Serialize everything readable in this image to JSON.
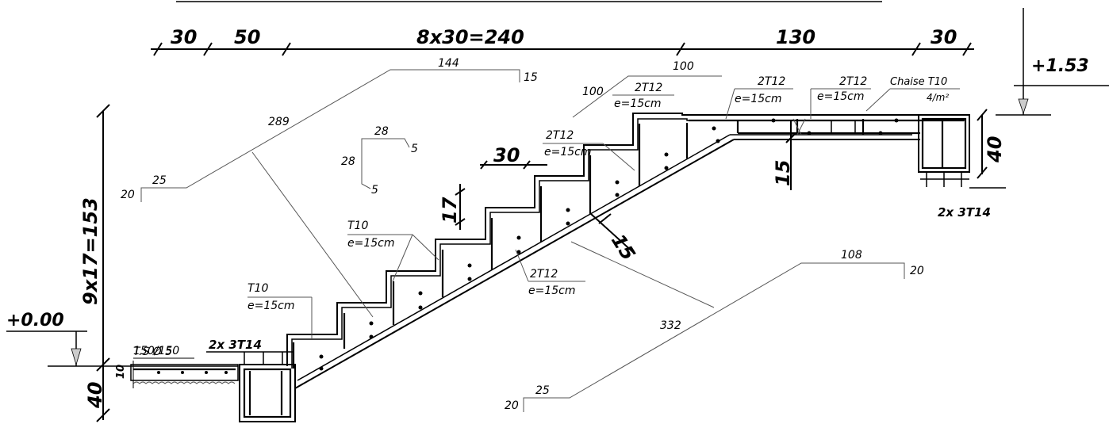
{
  "dimensions": {
    "top": [
      "30",
      "50",
      "8x30=240",
      "130",
      "30"
    ],
    "rise_total": "9x17=153",
    "level_bottom": "+0.00",
    "level_top": "+1.53",
    "slab_thickness_bottom": "40",
    "slab_thickness_top": "40",
    "landing_thickness": "15",
    "step_tread": "30",
    "step_riser": "17",
    "flight_thickness": "15",
    "screed": "10"
  },
  "rebar_labels": {
    "t10_lower": {
      "name": "T10",
      "spacing": "e=15cm"
    },
    "t10_upper": {
      "name": "T10",
      "spacing": "e=15cm"
    },
    "2t12_middle": {
      "name": "2T12",
      "spacing": "e=15cm"
    },
    "2t12_step": {
      "name": "2T12",
      "spacing": "e=15cm"
    },
    "2t12_top_a": {
      "name": "2T12",
      "spacing": "e=15cm",
      "prefix": "100"
    },
    "2t12_top_b": {
      "name": "2T12",
      "spacing": "e=15cm"
    },
    "2t12_top_c": {
      "name": "2T12",
      "spacing": "e=15cm"
    },
    "chaise": {
      "name": "Chaise T10",
      "spacing": "4/m²"
    },
    "beam_bottom": "2x 3T14",
    "beam_top": "2x 3T14",
    "mesh": {
      "name": "T.S Ø 5",
      "spacing": "150/150"
    }
  },
  "bar_shapes": {
    "upper_bar": {
      "a": "289",
      "b": "144",
      "c": "15",
      "d": "25",
      "e": "20"
    },
    "lower_bar": {
      "a": "332",
      "b": "108",
      "c": "20",
      "d": "25",
      "e": "20"
    },
    "top_bar_100": "100",
    "stirrup": {
      "a": "28",
      "b": "28",
      "c": "5",
      "d": "5"
    }
  }
}
